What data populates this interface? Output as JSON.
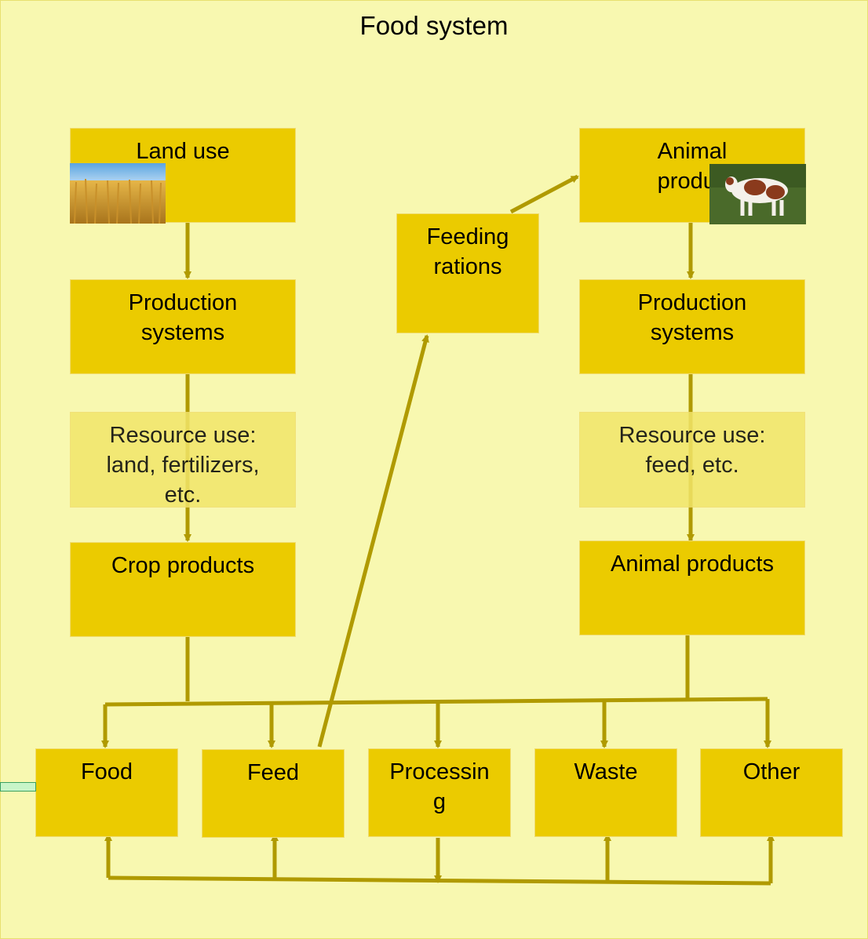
{
  "title": "Food system",
  "boxes": {
    "land_use": "Land use",
    "animal_production": "Animal\nproduc",
    "feeding_rations": "Feeding\nrations",
    "crop_production_systems": "Production\nsystems",
    "animal_production_systems": "Production\nsystems",
    "crop_resource_use": "Resource use:\nland, fertilizers,\netc.",
    "animal_resource_use": "Resource use:\nfeed, etc.",
    "crop_products": "Crop products",
    "animal_products": "Animal products"
  },
  "uses": [
    "Food",
    "Feed",
    "Processin\ng",
    "Waste",
    "Other"
  ],
  "colors": {
    "background": "#f8f8b0",
    "box": "#ebcb00",
    "arrow": "#b09a00"
  }
}
